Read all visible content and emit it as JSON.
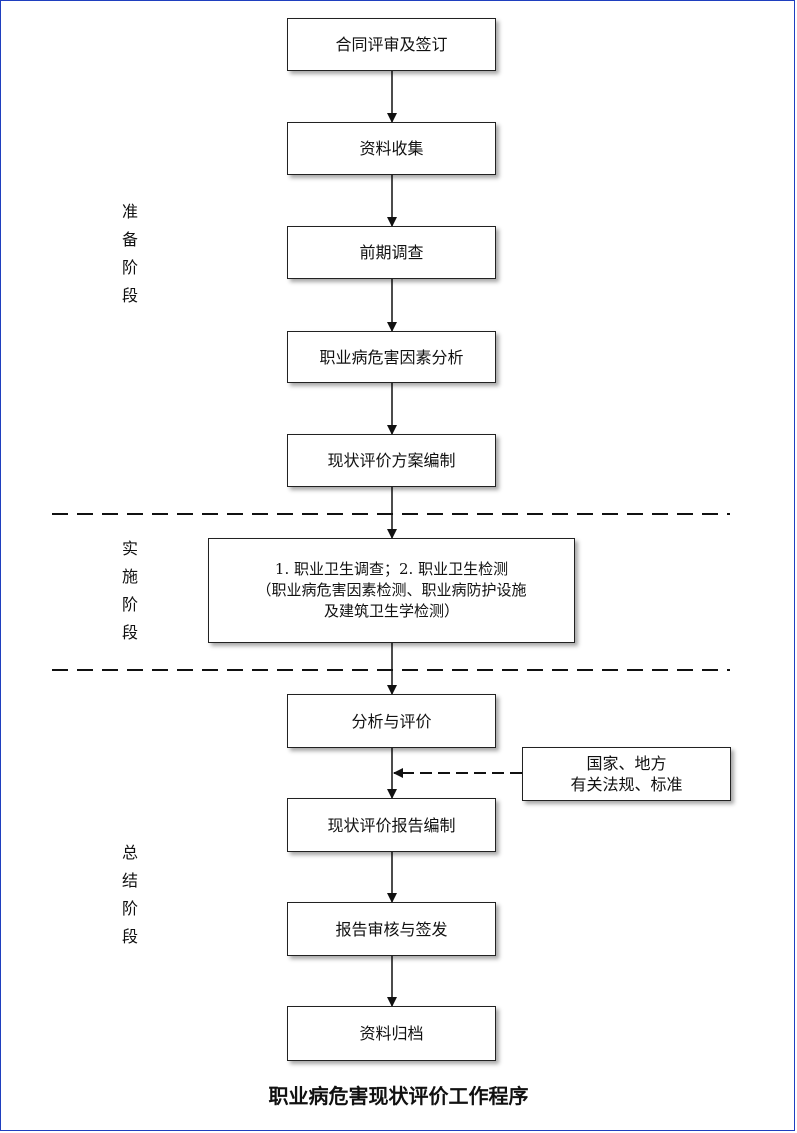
{
  "boxes": {
    "contract": "合同评审及签订",
    "collect": "资料收集",
    "pre_survey": "前期调查",
    "hazard_analysis": "职业病危害因素分析",
    "plan": "现状评价方案编制",
    "implement": {
      "line1": "1. 职业卫生调查；2. 职业卫生检测",
      "line2": "（职业病危害因素检测、职业病防护设施",
      "line3": "及建筑卫生学检测）"
    },
    "analysis_eval": "分析与评价",
    "regulations": {
      "line1": "国家、地方",
      "line2": "有关法规、标准"
    },
    "report_draft": "现状评价报告编制",
    "report_review": "报告审核与签发",
    "archive": "资料归档"
  },
  "stages": {
    "prep": [
      "准",
      "备",
      "阶",
      "段"
    ],
    "impl": [
      "实",
      "施",
      "阶",
      "段"
    ],
    "summary": [
      "总",
      "结",
      "阶",
      "段"
    ]
  },
  "caption": "职业病危害现状评价工作程序"
}
